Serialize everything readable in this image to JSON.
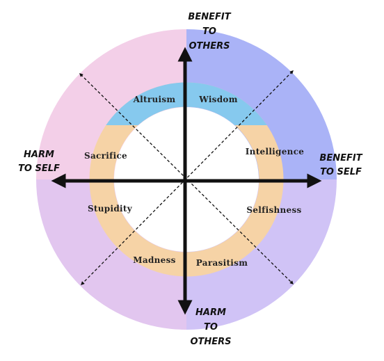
{
  "axes": {
    "top": [
      "BENEFIT",
      "TO",
      "OTHERS"
    ],
    "bottom": [
      "HARM",
      "TO",
      "OTHERS"
    ],
    "left": [
      "HARM",
      "TO SELF"
    ],
    "right": [
      "BENEFIT",
      "TO SELF"
    ]
  },
  "regions": {
    "altruism": "Altruism",
    "wisdom": "Wisdom",
    "sacrifice": "Sacrifice",
    "intelligence": "Intelligence",
    "stupidity": "Stupidity",
    "selfishness": "Selfishness",
    "madness": "Madness",
    "parasitism": "Parasitism"
  },
  "colors": {
    "quadrant_top_left": "#f3cfe8",
    "quadrant_top_right": "#aab3f7",
    "quadrant_bottom_left": "#e2c6ef",
    "quadrant_bottom_right": "#d0c3f6",
    "ring_orange": "#f6d3a6",
    "ring_blue": "#86c9ee",
    "axis": "#111111"
  }
}
